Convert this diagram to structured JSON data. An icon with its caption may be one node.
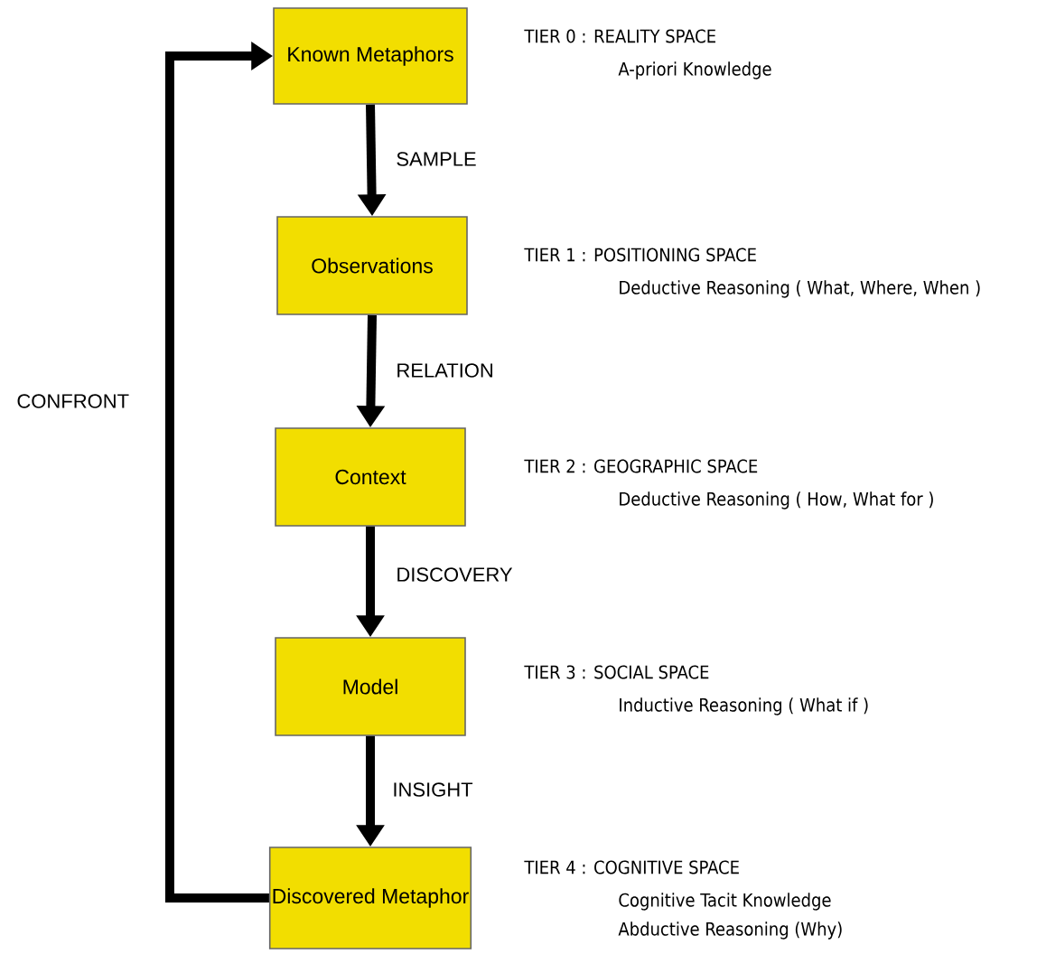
{
  "diagram": {
    "nodes": [
      {
        "text": [
          "Known Metaphors"
        ],
        "beside": [
          "TIER 0 : REALITY SPACE",
          "A-priori Knowledge"
        ]
      },
      {
        "text": [
          "Observations"
        ],
        "beside": [
          "TIER 1 : POSITIONING SPACE",
          "Deductive Reasoning ( What, Where, When )"
        ]
      },
      {
        "text": [
          "Context"
        ],
        "beside": [
          "TIER 2 : GEOGRAPHIC SPACE",
          "Deductive Reasoning ( How, What for )"
        ]
      },
      {
        "text": [
          "Model"
        ],
        "beside": [
          "TIER 3 : SOCIAL SPACE",
          "Inductive Reasoning ( What if )"
        ]
      },
      {
        "text": [
          "Discovered Metaphor"
        ],
        "beside": [
          "TIER 4 : COGNITIVE SPACE",
          "Cognitive Tacit Knowledge",
          "Abductive Reasoning (Why)"
        ]
      }
    ],
    "edges": [
      {
        "from": 0,
        "to": 1,
        "arrow": "to",
        "label": "SAMPLE"
      },
      {
        "from": 1,
        "to": 2,
        "arrow": "to",
        "label": "RELATION"
      },
      {
        "from": 2,
        "to": 3,
        "arrow": "to",
        "label": "DISCOVERY"
      },
      {
        "from": 3,
        "to": 4,
        "arrow": "to",
        "label": "INSIGHT"
      },
      {
        "from": 4,
        "to": 0,
        "arrow": "to",
        "label": "CONFRONT"
      }
    ]
  }
}
